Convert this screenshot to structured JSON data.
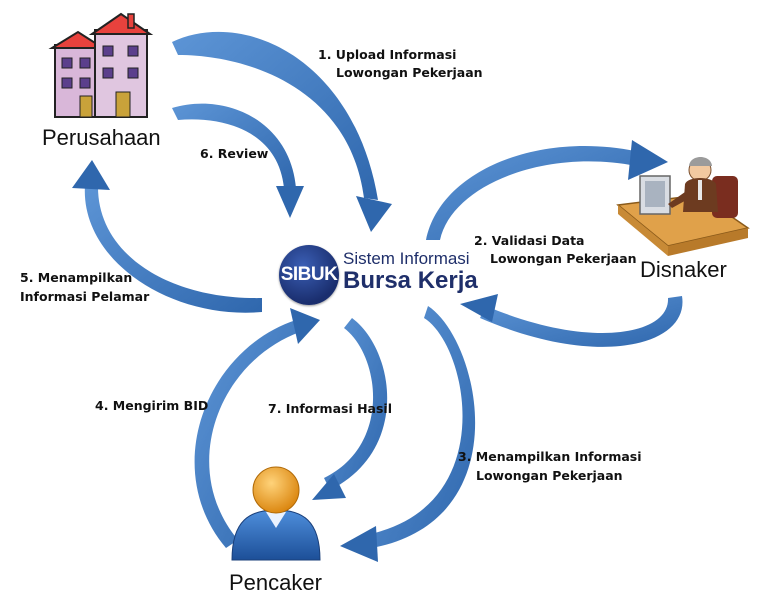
{
  "logo": {
    "badge": "SIBUK",
    "line1": "Sistem Informasi",
    "line2": "Bursa Kerja"
  },
  "actors": {
    "perusahaan": "Perusahaan",
    "disnaker": "Disnaker",
    "pencaker": "Pencaker"
  },
  "steps": {
    "s1": {
      "l1": "1. Upload Informasi",
      "l2": "Lowongan Pekerjaan"
    },
    "s2": {
      "l1": "2. Validasi Data",
      "l2": "Lowongan Pekerjaan"
    },
    "s3": {
      "l1": "3. Menampilkan Informasi",
      "l2": "Lowongan Pekerjaan"
    },
    "s4": {
      "l1": "4. Mengirim BID"
    },
    "s5": {
      "l1": "5. Menampilkan",
      "l2": "Informasi Pelamar"
    },
    "s6": {
      "l1": "6. Review"
    },
    "s7": {
      "l1": "7. Informasi Hasil"
    }
  },
  "colors": {
    "arrow": "#3f7bc4",
    "arrow_dark": "#2a5d9e",
    "logo_text": "#1f2f6a",
    "building_wall": "#d9b7d9",
    "building_roof": "#e8423d",
    "desk": "#e0a14a",
    "person_head": "#f0a020",
    "person_body": "#2d6fc4"
  },
  "icons": {
    "perusahaan": "building-icon",
    "disnaker": "office-worker-icon",
    "pencaker": "user-icon"
  }
}
